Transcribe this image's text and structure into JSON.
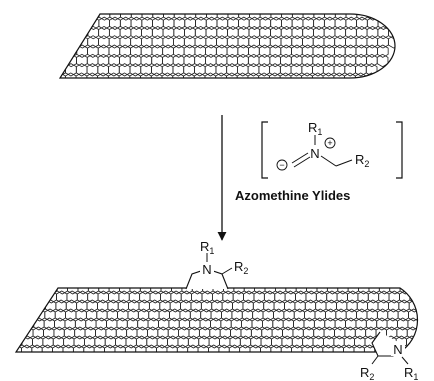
{
  "reagent": {
    "n_label": "N",
    "r1_label": "R",
    "r1_sub": "1",
    "r2_label": "R",
    "r2_sub": "2",
    "minus_sign": "−",
    "plus_sign": "+",
    "caption": "Azomethine Ylides"
  },
  "product": {
    "top_n": "N",
    "top_r1": "R",
    "top_r1_sub": "1",
    "top_r2": "R",
    "top_r2_sub": "2",
    "end_n": "N",
    "end_r1": "R",
    "end_r1_sub": "1",
    "end_r2": "R",
    "end_r2_sub": "2"
  },
  "colors": {
    "line": "#111111",
    "background": "#ffffff"
  }
}
